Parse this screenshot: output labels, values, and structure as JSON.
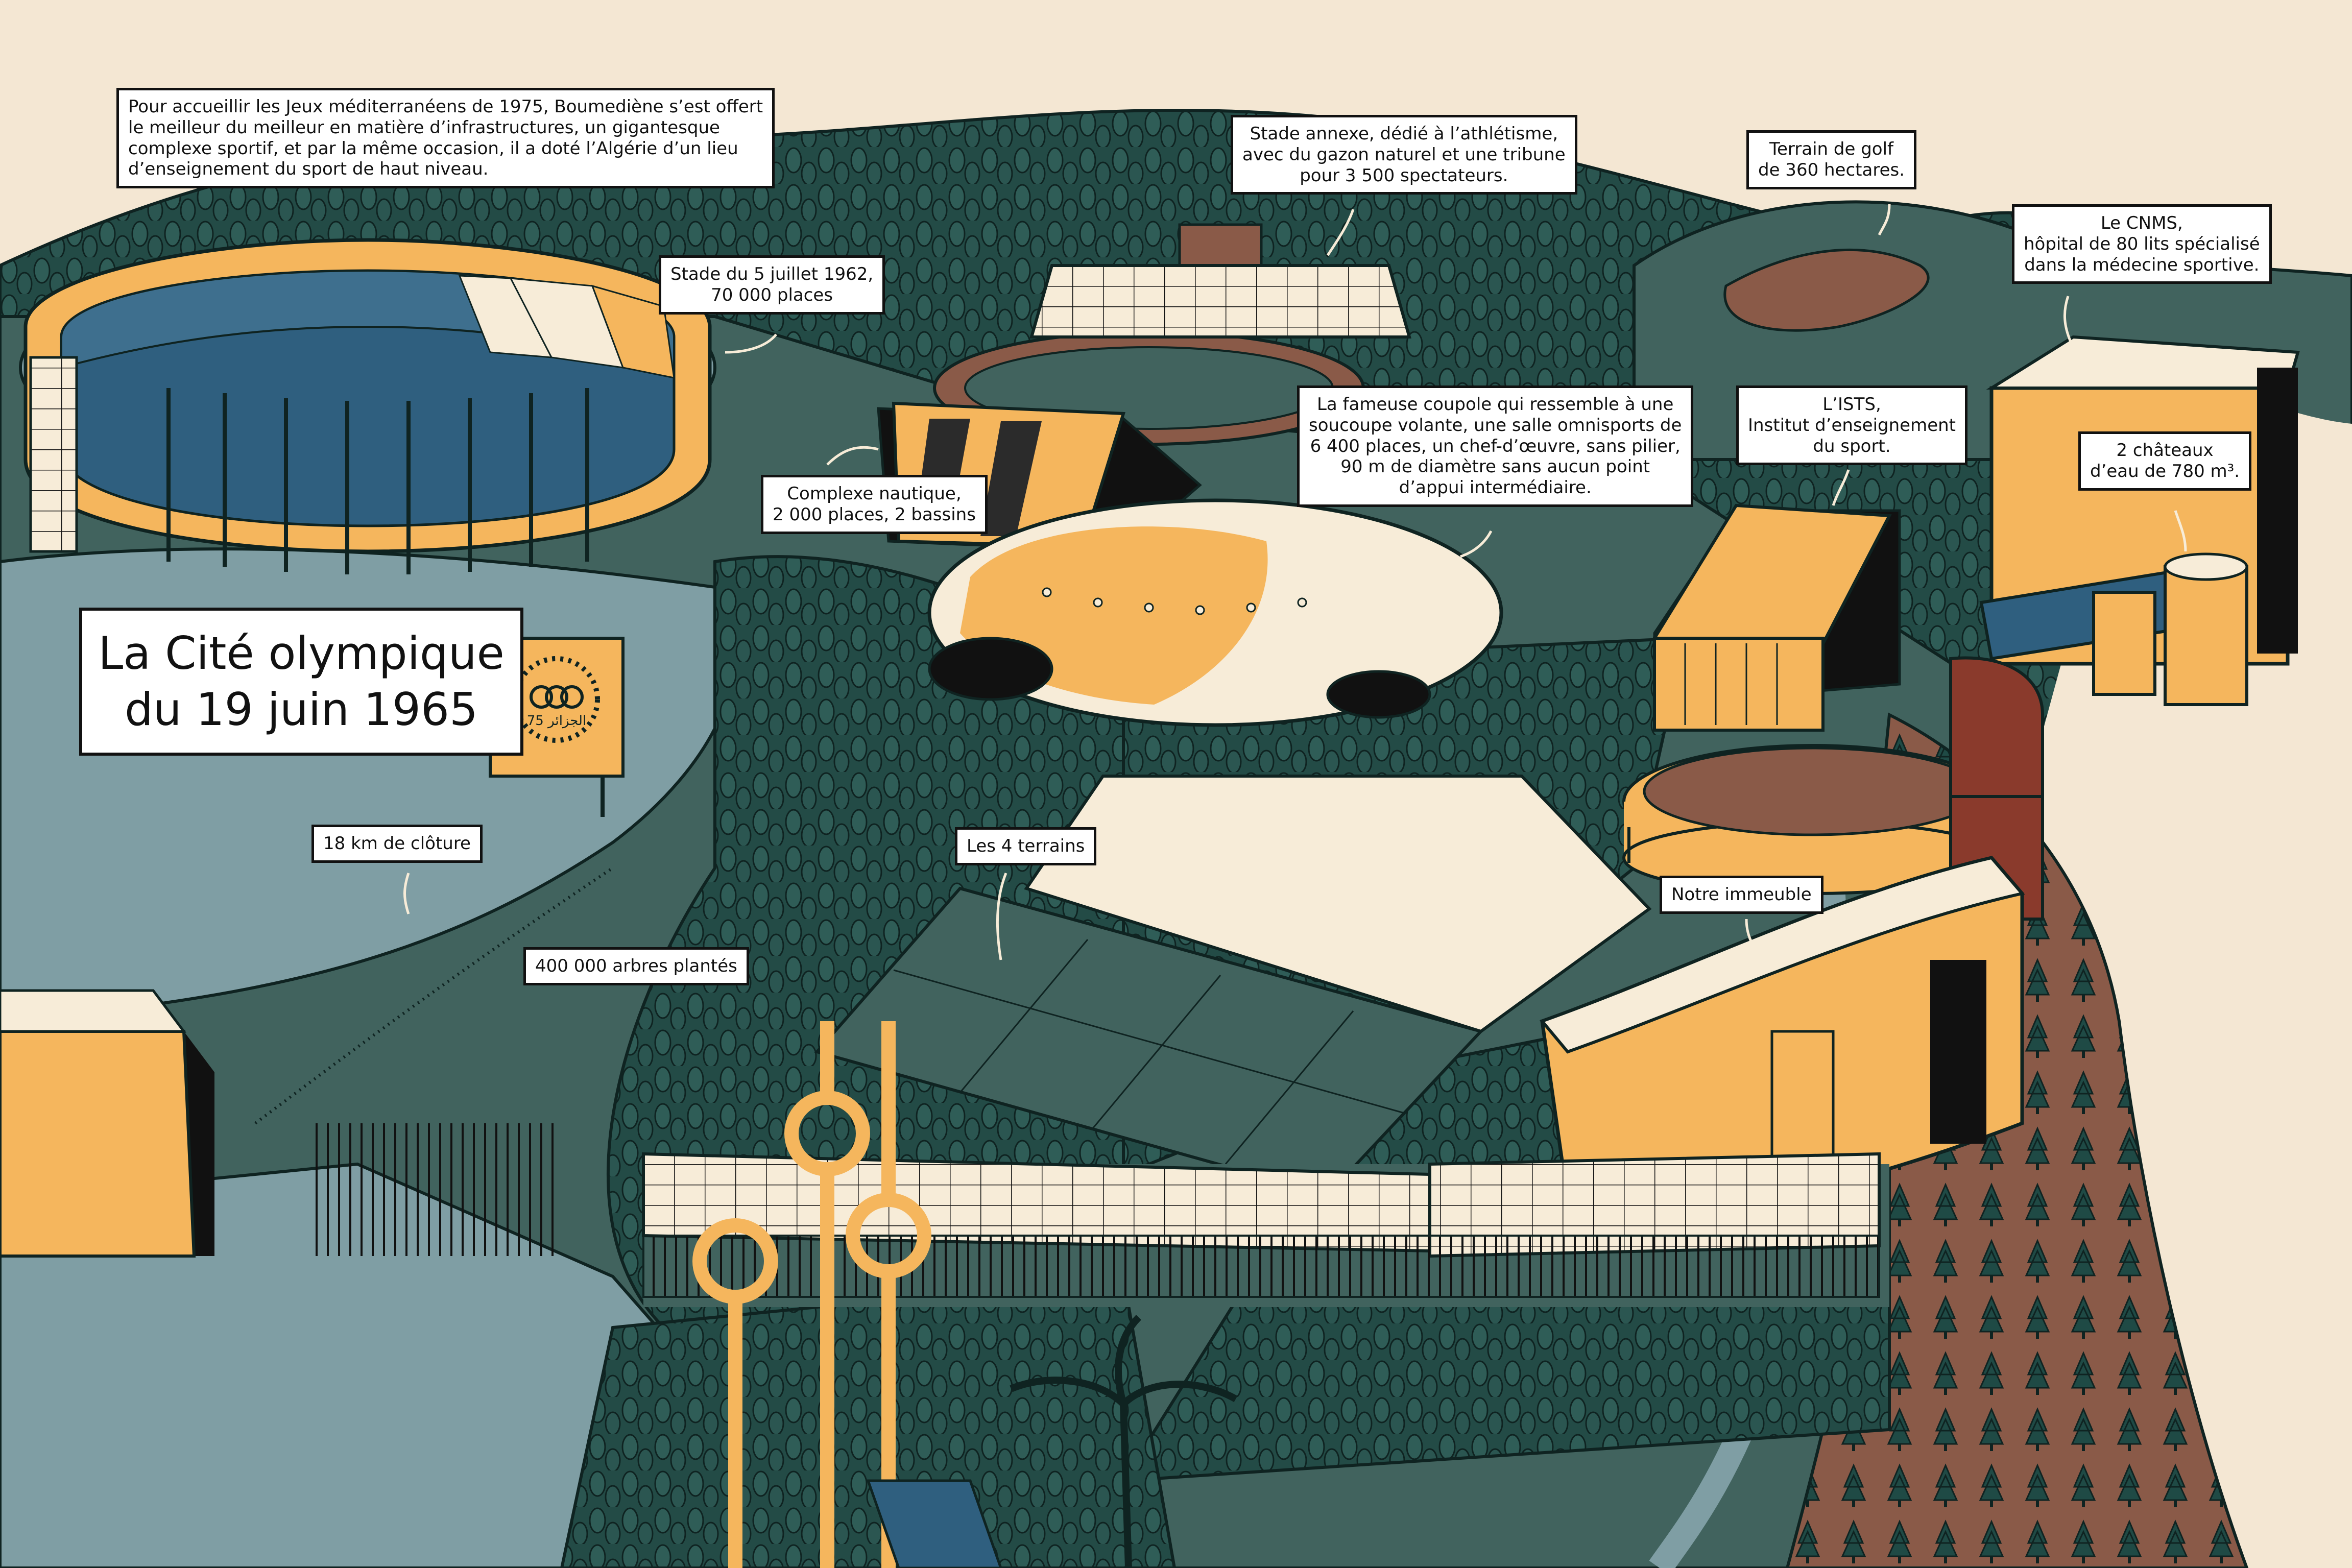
{
  "title": {
    "line1": "La Cité olympique",
    "line2": "du 19 juin 1965"
  },
  "captions": {
    "intro": [
      "Pour accueillir les Jeux méditerranéens de 1975, Boumediène s’est offert",
      "le meilleur du meilleur en matière d’infrastructures, un gigantesque",
      "complexe sportif, et par la même occasion, il a doté l’Algérie d’un lieu",
      "d’enseignement du sport de haut niveau."
    ],
    "stade_annexe": [
      "Stade annexe, dédié à l’athlétisme,",
      "avec du gazon naturel et une tribune",
      "pour 3 500 spectateurs."
    ],
    "golf": [
      "Terrain de golf",
      "de 360 hectares."
    ],
    "cnms": [
      "Le CNMS,",
      "hôpital de 80 lits spécialisé",
      "dans la médecine sportive."
    ],
    "stade": [
      "Stade du 5 juillet 1962,",
      "70 000 places"
    ],
    "coupole": [
      "La fameuse coupole qui ressemble à une",
      "soucoupe volante, une salle omnisports de",
      "6 400 places, un chef-d’œuvre, sans pilier,",
      "90 m de diamètre sans aucun point",
      "d’appui intermédiaire."
    ],
    "ists": [
      "L’ISTS,",
      "Institut d’enseignement",
      "du sport."
    ],
    "chateaux": [
      "2 châteaux",
      "d’eau de 780 m³."
    ],
    "nautique": [
      "Complexe nautique,",
      "2 000 places, 2 bassins"
    ],
    "cloture": "18 km de clôture",
    "terrains": "Les 4 terrains",
    "arbres": "400 000 arbres plantés",
    "immeuble": "Notre immeuble"
  },
  "sign_text": "الجزائر 75",
  "colors": {
    "background": "#f4e7d3",
    "forest": "#234b46",
    "ground": "#41635e",
    "road": "#7f9ea4",
    "ochre": "#f5b65d",
    "blue": "#2f5f7f",
    "brown": "#8a5a48",
    "cream": "#f7ecd8"
  }
}
